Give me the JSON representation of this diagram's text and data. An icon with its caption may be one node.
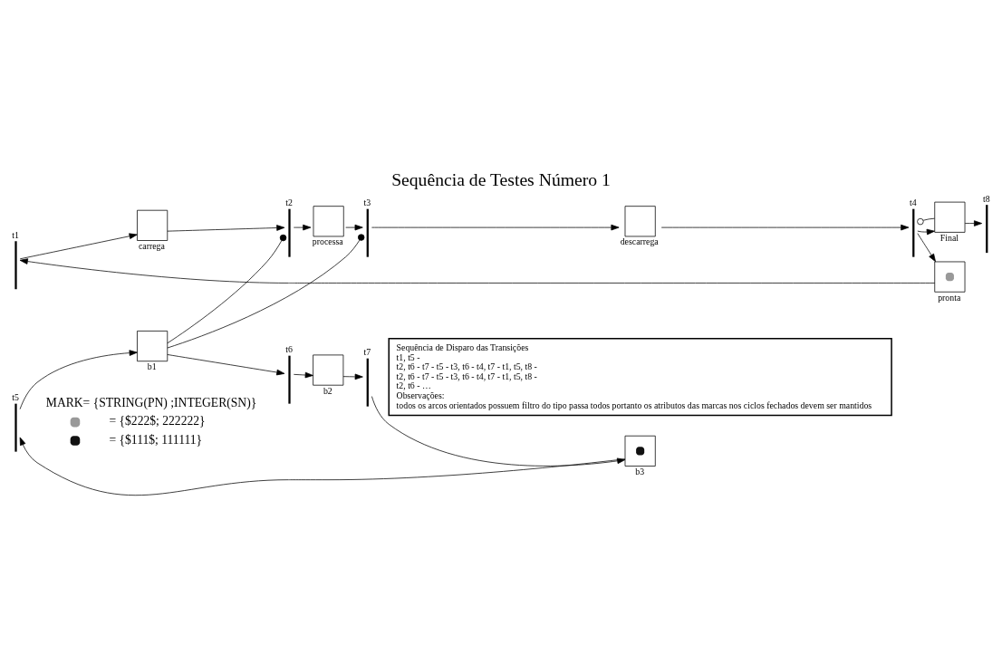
{
  "diagram": {
    "title": "Sequência de Testes Número 1",
    "nodes": [
      {
        "text": [
          "t1"
        ]
      },
      {
        "text": [
          "carrega"
        ]
      },
      {
        "text": [
          "t2"
        ]
      },
      {
        "text": [
          "processa"
        ]
      },
      {
        "text": [
          "t3"
        ]
      },
      {
        "text": [
          "descarrega"
        ]
      },
      {
        "text": [
          "t4"
        ]
      },
      {
        "text": [
          "Final"
        ]
      },
      {
        "text": [
          "t8"
        ]
      },
      {
        "text": [
          "pronta"
        ]
      },
      {
        "text": [
          "t5"
        ]
      },
      {
        "text": [
          "b1"
        ]
      },
      {
        "text": [
          "t6"
        ]
      },
      {
        "text": [
          "b2"
        ]
      },
      {
        "text": [
          "t7"
        ]
      },
      {
        "text": [
          "b3"
        ]
      },
      {
        "text": [
          "Sequência de Disparo das Transições",
          "t1, t5 -",
          "t2, t6 - t7 - t5 - t3, t6 - t4, t7 - t1, t5, t8 -",
          "t2, t6 - t7 - t5 - t3, t6 - t4, t7 - t1, t5, t8 -",
          "t2, t6 - …",
          "Observações:",
          "todos os arcos orientados possuem filtro do tipo passa todos portanto os atributos das marcas nos ciclos fechados devem ser mantidos"
        ]
      }
    ],
    "edges": [
      {
        "from": 0,
        "to": 1,
        "arrow": "to"
      },
      {
        "from": 1,
        "to": 2,
        "arrow": "to"
      },
      {
        "from": 2,
        "to": 3,
        "arrow": "to"
      },
      {
        "from": 3,
        "to": 4,
        "arrow": "to"
      },
      {
        "from": 4,
        "to": 5,
        "arrow": "to"
      },
      {
        "from": 5,
        "to": 6,
        "arrow": "to"
      },
      {
        "from": 6,
        "to": 7,
        "arrow": "to"
      },
      {
        "from": 7,
        "to": 8,
        "arrow": "to"
      },
      {
        "from": 6,
        "to": 9,
        "arrow": "to"
      },
      {
        "from": 9,
        "to": 0,
        "arrow": "to"
      },
      {
        "from": 10,
        "to": 11,
        "arrow": "to"
      },
      {
        "from": 11,
        "to": 12,
        "arrow": "to"
      },
      {
        "from": 12,
        "to": 13,
        "arrow": "to"
      },
      {
        "from": 13,
        "to": 14,
        "arrow": "to"
      },
      {
        "from": 14,
        "to": 15,
        "arrow": "to"
      },
      {
        "from": 15,
        "to": 10,
        "arrow": "to"
      },
      {
        "from": 11,
        "to": 2,
        "arrow": "other"
      },
      {
        "from": 11,
        "to": 4,
        "arrow": "other"
      },
      {
        "from": 7,
        "to": 6,
        "arrow": "other"
      }
    ],
    "labels": [
      "MARK= {STRING(PN) ;INTEGER(SN)}"
    ],
    "legend": [
      {
        "text": "= {$222$; 222222}"
      },
      {
        "text": "= {$111$; 111111}"
      }
    ]
  }
}
